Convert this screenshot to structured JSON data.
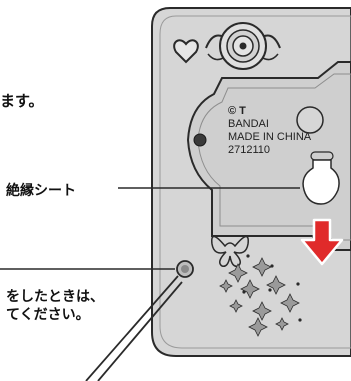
{
  "instructions": {
    "line1_suffix": "ます。",
    "line2": "をしたときは、",
    "line3": "てください。"
  },
  "callout": {
    "label": "絶縁シート"
  },
  "device": {
    "stamp": {
      "line1": "© T",
      "line2": "BANDAI",
      "line3": "MADE IN CHINA",
      "line4": "2712110"
    }
  },
  "colors": {
    "device_body": "#d6d6d6",
    "device_outline": "#2a2a2a",
    "arrow": "#e02a2a",
    "arrow_outline": "#ffffff"
  },
  "icons": [
    "heart-icon",
    "speaker-icon",
    "butterfly-icon",
    "sparkle-icon",
    "reset-button",
    "arrow-down-icon"
  ]
}
